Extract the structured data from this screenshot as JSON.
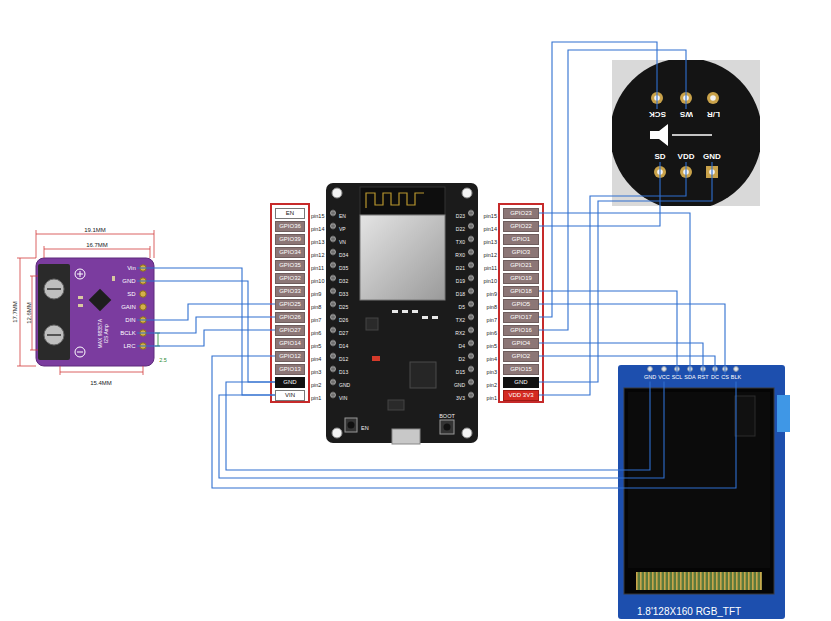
{
  "diagram": {
    "nodes": [
      {
        "text": [
          "EN"
        ]
      },
      {
        "text": [
          "GPIO36"
        ]
      },
      {
        "text": [
          "GPIO39"
        ]
      },
      {
        "text": [
          "GPIO34"
        ]
      },
      {
        "text": [
          "GPIO35"
        ]
      },
      {
        "text": [
          "GPIO32"
        ]
      },
      {
        "text": [
          "GPIO33"
        ]
      },
      {
        "text": [
          "GPIO25"
        ]
      },
      {
        "text": [
          "GPIO26"
        ]
      },
      {
        "text": [
          "GPIO27"
        ]
      },
      {
        "text": [
          "GPIO14"
        ]
      },
      {
        "text": [
          "GPIO12"
        ]
      },
      {
        "text": [
          "GPIO13"
        ]
      },
      {
        "text": [
          "GND"
        ]
      },
      {
        "text": [
          "VIN"
        ]
      },
      {
        "text": [
          "GPIO23"
        ]
      },
      {
        "text": [
          "GPIO22"
        ]
      },
      {
        "text": [
          "GPIO1"
        ]
      },
      {
        "text": [
          "GPIO3"
        ]
      },
      {
        "text": [
          "GPIO21"
        ]
      },
      {
        "text": [
          "GPIO19"
        ]
      },
      {
        "text": [
          "GPIO18"
        ]
      },
      {
        "text": [
          "GPIO5"
        ]
      },
      {
        "text": [
          "GPIO17"
        ]
      },
      {
        "text": [
          "GPIO16"
        ]
      },
      {
        "text": [
          "GPIO4"
        ]
      },
      {
        "text": [
          "GPIO2"
        ]
      },
      {
        "text": [
          "GPIO15"
        ]
      },
      {
        "text": [
          "GND"
        ]
      },
      {
        "text": [
          "VDD 3V3"
        ]
      },
      {
        "text": [
          "MAX 98357A I2S Amp"
        ]
      },
      {
        "text": [
          "Vin"
        ],
        "in": 30
      },
      {
        "text": [
          "GND"
        ],
        "in": 30
      },
      {
        "text": [
          "SD"
        ],
        "in": 30
      },
      {
        "text": [
          "GAIN"
        ],
        "in": 30
      },
      {
        "text": [
          "DIN"
        ],
        "in": 30
      },
      {
        "text": [
          "BCLK"
        ],
        "in": 30
      },
      {
        "text": [
          "LRC"
        ],
        "in": 30
      },
      {
        "text": [
          "SCK"
        ]
      },
      {
        "text": [
          "WS"
        ]
      },
      {
        "text": [
          "L/R"
        ]
      },
      {
        "text": [
          "SD"
        ]
      },
      {
        "text": [
          "VDD"
        ]
      },
      {
        "text": [
          "GND"
        ]
      },
      {
        "text": [
          "1.8'128X160 RGB_TFT"
        ]
      },
      {
        "text": [
          "GND"
        ],
        "in": 44
      },
      {
        "text": [
          "VCC"
        ],
        "in": 44
      },
      {
        "text": [
          "SCL"
        ],
        "in": 44
      },
      {
        "text": [
          "SDA"
        ],
        "in": 44
      },
      {
        "text": [
          "RST"
        ],
        "in": 44
      },
      {
        "text": [
          "DC"
        ],
        "in": 44
      },
      {
        "text": [
          "CS"
        ],
        "in": 44
      },
      {
        "text": [
          "BLK"
        ],
        "in": 44
      }
    ],
    "edges": [
      {
        "from": 31,
        "to": 14,
        "arrow": "none"
      },
      {
        "from": 32,
        "to": 13,
        "arrow": "none"
      },
      {
        "from": 35,
        "to": 7,
        "arrow": "none"
      },
      {
        "from": 36,
        "to": 8,
        "arrow": "none"
      },
      {
        "from": 37,
        "to": 9,
        "arrow": "none"
      },
      {
        "from": 38,
        "to": 23,
        "arrow": "none"
      },
      {
        "from": 39,
        "to": 24,
        "arrow": "none"
      },
      {
        "from": 41,
        "to": 16,
        "arrow": "none"
      },
      {
        "from": 42,
        "to": 29,
        "arrow": "none"
      },
      {
        "from": 43,
        "to": 28,
        "arrow": "none"
      },
      {
        "from": 45,
        "to": 13,
        "arrow": "none"
      },
      {
        "from": 46,
        "to": 14,
        "arrow": "none"
      },
      {
        "from": 47,
        "to": 21,
        "arrow": "none"
      },
      {
        "from": 48,
        "to": 15,
        "arrow": "none"
      },
      {
        "from": 49,
        "to": 25,
        "arrow": "none"
      },
      {
        "from": 50,
        "to": 26,
        "arrow": "none"
      },
      {
        "from": 51,
        "to": 22,
        "arrow": "none"
      },
      {
        "from": 52,
        "to": 11,
        "arrow": "none"
      }
    ],
    "labels": [
      "pin15",
      "pin14",
      "pin13",
      "pin12",
      "pin11",
      "pin10",
      "pin9",
      "pin8",
      "pin7",
      "pin6",
      "pin5",
      "pin4",
      "pin3",
      "pin2",
      "pin1",
      "pin15",
      "pin14",
      "pin13",
      "pin12",
      "pin11",
      "pin10",
      "pin9",
      "pin8",
      "pin7",
      "pin6",
      "pin5",
      "pin4",
      "pin3",
      "pin2",
      "pin1",
      "19.1MM",
      "16.7MM",
      "17.7MM",
      "12.6MM",
      "15.4MM",
      "2.5",
      "EN",
      "VP",
      "VN",
      "D34",
      "D35",
      "D32",
      "D33",
      "D25",
      "D26",
      "D27",
      "D14",
      "D12",
      "D13",
      "GND",
      "VIN",
      "D23",
      "D22",
      "TX0",
      "RX0",
      "D21",
      "D19",
      "D18",
      "D5",
      "TX2",
      "RX2",
      "D4",
      "D2",
      "D15",
      "GND",
      "3V3",
      "EN",
      "BOOT"
    ]
  }
}
